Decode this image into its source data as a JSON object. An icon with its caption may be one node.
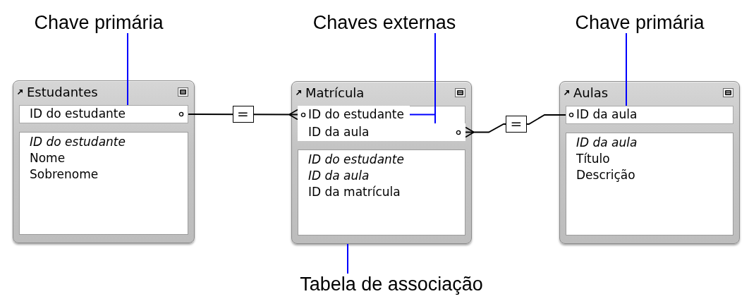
{
  "diagram": {
    "nodes": [
      {
        "text": [
          "Chave primária"
        ]
      },
      {
        "text": [
          "Chaves externas"
        ]
      },
      {
        "text": [
          "Chave primária"
        ]
      },
      {
        "text": [
          "Estudantes"
        ]
      },
      {
        "text": [
          "ID do estudante"
        ],
        "in": 3
      },
      {
        "text": [
          "ID do estudante",
          "Nome",
          "Sobrenome"
        ],
        "in": 3
      },
      {
        "text": [
          "Matrícula"
        ]
      },
      {
        "text": [
          "ID do estudante"
        ],
        "in": 6
      },
      {
        "text": [
          "ID da aula"
        ],
        "in": 6
      },
      {
        "text": [
          "ID do estudante",
          "ID da aula",
          "ID da matrícula"
        ],
        "in": 6
      },
      {
        "text": [
          "Aulas"
        ]
      },
      {
        "text": [
          "ID da aula"
        ],
        "in": 10
      },
      {
        "text": [
          "ID da aula",
          "Título",
          "Descrição"
        ],
        "in": 10
      },
      {
        "text": [
          "Tabela de associação"
        ]
      }
    ],
    "edges": [
      {
        "from": 4,
        "to": 7,
        "arrow": "other",
        "label": "=",
        "color": "#000000"
      },
      {
        "from": 11,
        "to": 8,
        "arrow": "other",
        "label": "=",
        "color": "#000000"
      },
      {
        "from": 0,
        "to": 4,
        "arrow": "none"
      },
      {
        "from": 1,
        "to": 7,
        "arrow": "none"
      },
      {
        "from": 1,
        "to": 8,
        "arrow": "none"
      },
      {
        "from": 2,
        "to": 11,
        "arrow": "none"
      },
      {
        "from": 13,
        "to": 6,
        "arrow": "none"
      }
    ]
  }
}
